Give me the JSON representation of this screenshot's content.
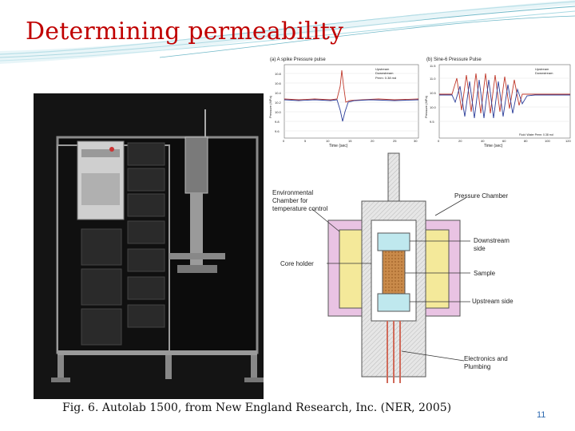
{
  "slide": {
    "title": "Determining permeability",
    "caption": "Fig. 6. Autolab 1500, from New England Research, Inc. (NER, 2005)",
    "page_number": "11"
  },
  "plot_a": {
    "title": "(a) A spike Pressure pulse",
    "xlabel": "Time (sec)",
    "ylabel": "Pressure (MPa)",
    "legend": [
      "Upstream",
      "Downstream"
    ],
    "note": "Perm: 0.38 md",
    "xticks": [
      "0",
      "5",
      "10",
      "15",
      "20",
      "25",
      "30"
    ],
    "yticks": [
      "10.8",
      "10.6",
      "10.4",
      "10.2",
      "10.0",
      "9.8",
      "9.6",
      "9.4"
    ]
  },
  "plot_b": {
    "title": "(b) Sine-6 Pressure Pulse",
    "xlabel": "Time (sec)",
    "ylabel": "Pressure (MPa)",
    "legend": [
      "Upstream",
      "Downstream"
    ],
    "note": "Fluid: Water   Perm: 0.38 md",
    "xticks": [
      "0",
      "20",
      "40",
      "60",
      "80",
      "100",
      "120"
    ],
    "yticks": [
      "11.5",
      "11.0",
      "10.5",
      "10.0",
      "9.5"
    ]
  },
  "diagram": {
    "labels": {
      "env_chamber": [
        "Environmental",
        "Chamber for",
        "temperature control"
      ],
      "pressure_chamber": "Pressure Chamber",
      "core_holder": "Core holder",
      "downstream": [
        "Downstream",
        "side"
      ],
      "sample": "Sample",
      "upstream": "Upstream side",
      "electronics": [
        "Electronics and",
        "Plumbing"
      ]
    }
  },
  "colors": {
    "title": "#c00000",
    "upstream": "#c0392b",
    "downstream": "#2c3e99",
    "swoosh": "#6fb8c8"
  }
}
